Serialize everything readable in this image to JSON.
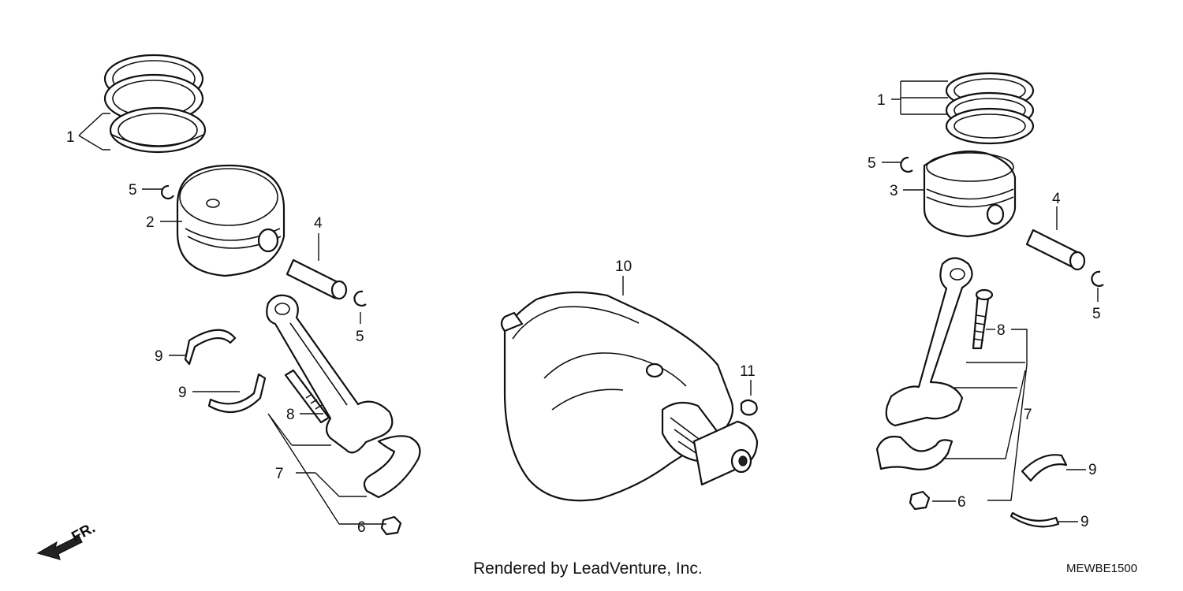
{
  "callouts": {
    "piston_rings": "1",
    "piston_front": "2",
    "piston_rear": "3",
    "piston_pin": "4",
    "pin_clip": "5",
    "nut": "6",
    "connecting_rod": "7",
    "bolt": "8",
    "bearing": "9",
    "crankshaft": "10",
    "key": "11"
  },
  "direction_label": "FR.",
  "credit": "Rendered by LeadVenture, Inc.",
  "diagram_code": "MEWBE1500"
}
